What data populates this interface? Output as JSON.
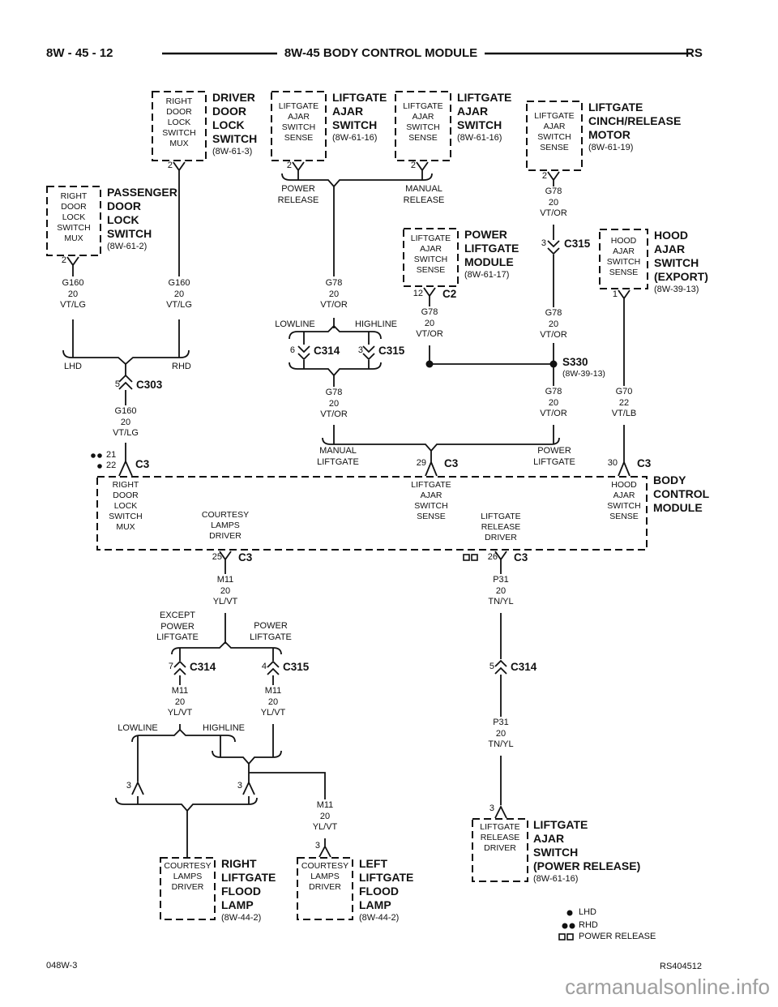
{
  "header": {
    "left_ref": "8W - 45 - 12",
    "title": "8W-45 BODY CONTROL MODULE",
    "right_ref": "RS"
  },
  "components": {
    "driver_door_lock_switch": {
      "port": "RIGHT\nDOOR\nLOCK\nSWITCH\nMUX",
      "pin": "2",
      "label": "DRIVER\nDOOR\nLOCK\nSWITCH",
      "ref": "(8W-61-3)"
    },
    "liftgate_ajar_switch_power": {
      "port": "LIFTGATE\nAJAR\nSWITCH\nSENSE",
      "pin": "2",
      "label": "LIFTGATE\nAJAR\nSWITCH",
      "ref": "(8W-61-16)"
    },
    "liftgate_ajar_switch_manual": {
      "port": "LIFTGATE\nAJAR\nSWITCH\nSENSE",
      "pin": "2",
      "label": "LIFTGATE\nAJAR\nSWITCH",
      "ref": "(8W-61-16)"
    },
    "liftgate_cinch_release_motor": {
      "port": "LIFTGATE\nAJAR\nSWITCH\nSENSE",
      "pin": "2",
      "label": "LIFTGATE\nCINCH/RELEASE\nMOTOR",
      "ref": "(8W-61-19)"
    },
    "passenger_door_lock_switch": {
      "port": "RIGHT\nDOOR\nLOCK\nSWITCH\nMUX",
      "pin": "2",
      "label": "PASSENGER\nDOOR\nLOCK\nSWITCH",
      "ref": "(8W-61-2)"
    },
    "power_liftgate_module": {
      "port": "LIFTGATE\nAJAR\nSWITCH\nSENSE",
      "pin": "12",
      "label": "POWER\nLIFTGATE\nMODULE",
      "ref": "(8W-61-17)"
    },
    "hood_ajar_switch": {
      "port": "HOOD\nAJAR\nSWITCH\nSENSE",
      "pin": "1",
      "label": "HOOD\nAJAR\nSWITCH\n(EXPORT)",
      "ref": "(8W-39-13)"
    },
    "right_liftgate_flood_lamp": {
      "port": "COURTESY\nLAMPS\nDRIVER",
      "label": "RIGHT\nLIFTGATE\nFLOOD\nLAMP",
      "ref": "(8W-44-2)"
    },
    "left_liftgate_flood_lamp": {
      "port": "COURTESY\nLAMPS\nDRIVER",
      "pin": "3",
      "label": "LEFT\nLIFTGATE\nFLOOD\nLAMP",
      "ref": "(8W-44-2)"
    },
    "liftgate_ajar_switch_power_release": {
      "port": "LIFTGATE\nRELEASE\nDRIVER",
      "pin": "3",
      "label": "LIFTGATE\nAJAR\nSWITCH\n(POWER RELEASE)",
      "ref": "(8W-61-16)"
    }
  },
  "bcm": {
    "label": "BODY\nCONTROL\nMODULE",
    "ports": {
      "right_door_lock_switch_mux": "RIGHT\nDOOR\nLOCK\nSWITCH\nMUX",
      "courtesy_lamps_driver": "COURTESY\nLAMPS\nDRIVER",
      "liftgate_ajar_switch_sense": "LIFTGATE\nAJAR\nSWITCH\nSENSE",
      "liftgate_release_driver": "LIFTGATE\nRELEASE\nDRIVER",
      "hood_ajar_switch_sense": "HOOD\nAJAR\nSWITCH\nSENSE"
    }
  },
  "connectors": {
    "c303": {
      "pin": "5",
      "name": "C303"
    },
    "c3_main": {
      "rhd_pin": "21",
      "lhd_pin": "22",
      "name": "C3"
    },
    "c314_lowline": {
      "pin": "6",
      "name": "C314"
    },
    "c315_highline": {
      "pin": "3",
      "name": "C315"
    },
    "c2_plm": {
      "name": "C2"
    },
    "c315_motor": {
      "pin": "3",
      "name": "C315"
    },
    "s330": {
      "name": "S330",
      "ref": "(8W-39-13)"
    },
    "c3_liftgate_ajar": {
      "pin": "29",
      "name": "C3"
    },
    "c3_hood_ajar": {
      "pin": "30",
      "name": "C3"
    },
    "c3_courtesy": {
      "pin": "25",
      "name": "C3"
    },
    "c3_release": {
      "pin": "26",
      "name": "C3"
    },
    "c314_except": {
      "pin": "7",
      "name": "C314"
    },
    "c315_power": {
      "pin": "4",
      "name": "C315"
    },
    "c314_release": {
      "pin": "5",
      "name": "C314"
    },
    "lamp_lowline_pin": "3",
    "lamp_highline_pin": "3"
  },
  "wires": {
    "g160": "G160\n20\nVT/LG",
    "g78": "G78\n20\nVT/OR",
    "g70": "G70\n22\nVT/LB",
    "m11": "M11\n20\nYL/VT",
    "p31": "P31\n20\nTN/YL"
  },
  "branches": {
    "power_release": "POWER\nRELEASE",
    "manual_release": "MANUAL\nRELEASE",
    "lowline": "LOWLINE",
    "highline": "HIGHLINE",
    "manual_liftgate": "MANUAL\nLIFTGATE",
    "power_liftgate": "POWER\nLIFTGATE",
    "lhd": "LHD",
    "rhd": "RHD",
    "except_power_liftgate": "EXCEPT\nPOWER\nLIFTGATE"
  },
  "legend": {
    "lhd": "LHD",
    "rhd": "RHD",
    "power_release": "POWER RELEASE"
  },
  "footer": {
    "left_ref": "048W-3",
    "right_ref": "RS404512",
    "watermark": "carmanualsonline.info"
  }
}
